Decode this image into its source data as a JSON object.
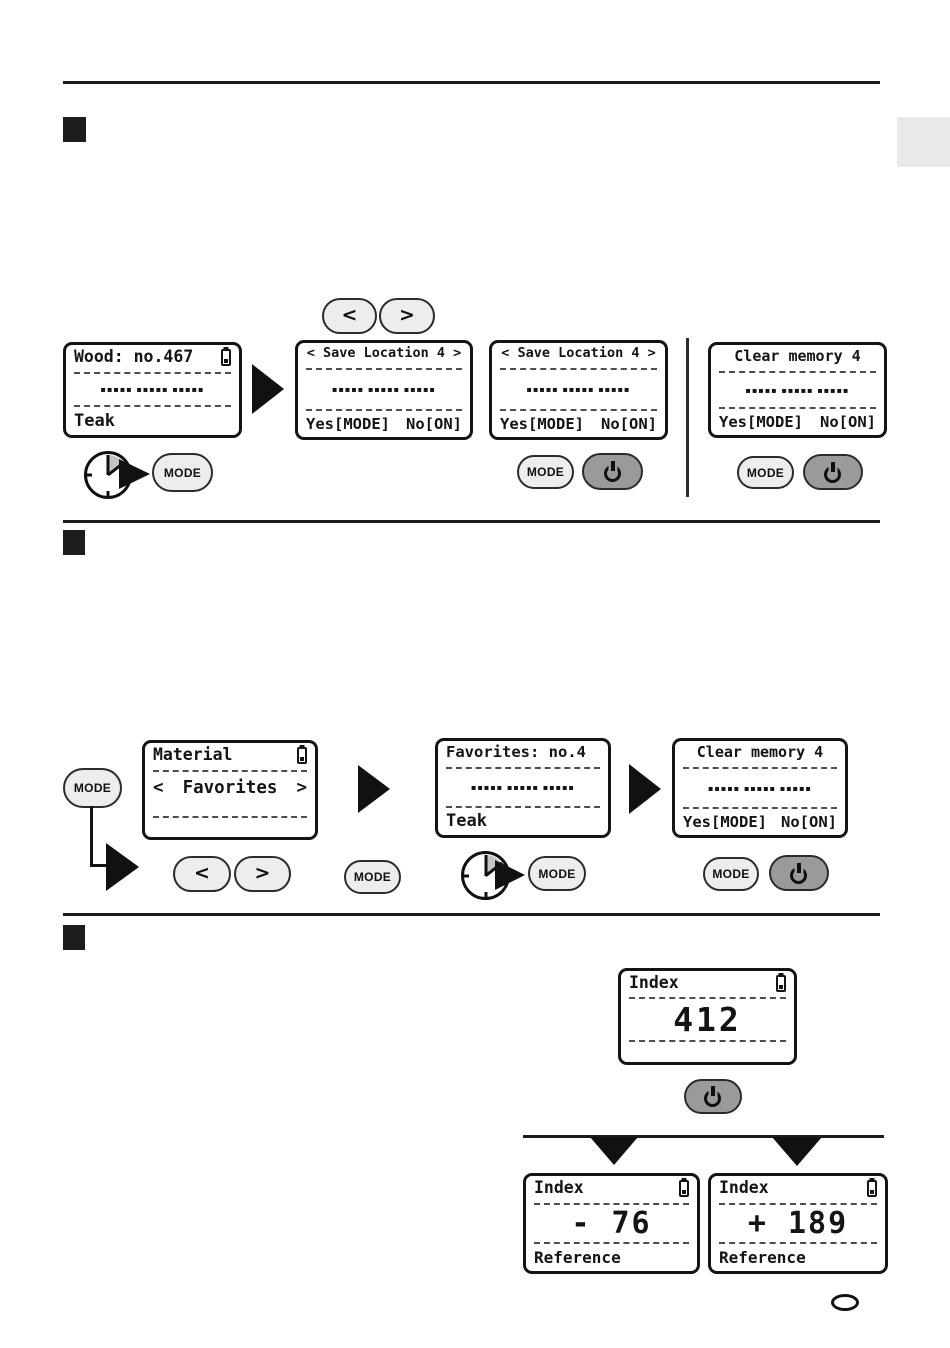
{
  "labels": {
    "mode": "MODE",
    "prev": "<",
    "next": ">",
    "yes_action": "Yes[MODE]",
    "no_action": "No[ON]",
    "dots": "▪▪▪▪▪ ▪▪▪▪▪ ▪▪▪▪▪"
  },
  "section1": {
    "lcd_wood": {
      "title": "Wood: no.467",
      "material": "Teak"
    },
    "lcd_save_a": {
      "title": "< Save Location 4 >"
    },
    "lcd_save_b": {
      "title": "< Save Location 4 >"
    },
    "lcd_clear": {
      "title": "Clear memory 4"
    }
  },
  "section2": {
    "lcd_material": {
      "title": "Material",
      "prev": "<",
      "item": "Favorites",
      "next": ">"
    },
    "lcd_favorites": {
      "title": "Favorites: no.4",
      "material": "Teak"
    },
    "lcd_clear": {
      "title": "Clear memory 4"
    }
  },
  "section3": {
    "lcd_index": {
      "title": "Index",
      "value": "412"
    },
    "lcd_index_minus": {
      "title": "Index",
      "value": "- 76",
      "footer": "Reference"
    },
    "lcd_index_plus": {
      "title": "Index",
      "value": "+ 189",
      "footer": "Reference"
    }
  },
  "colors": {
    "line_black": "#1b1b1b",
    "button_fill": "#ededed",
    "power_button_fill": "#9a9a9a",
    "clock_wedge_gray": "#c4c4c4",
    "edge_tab_gray": "#e9e9e9"
  }
}
